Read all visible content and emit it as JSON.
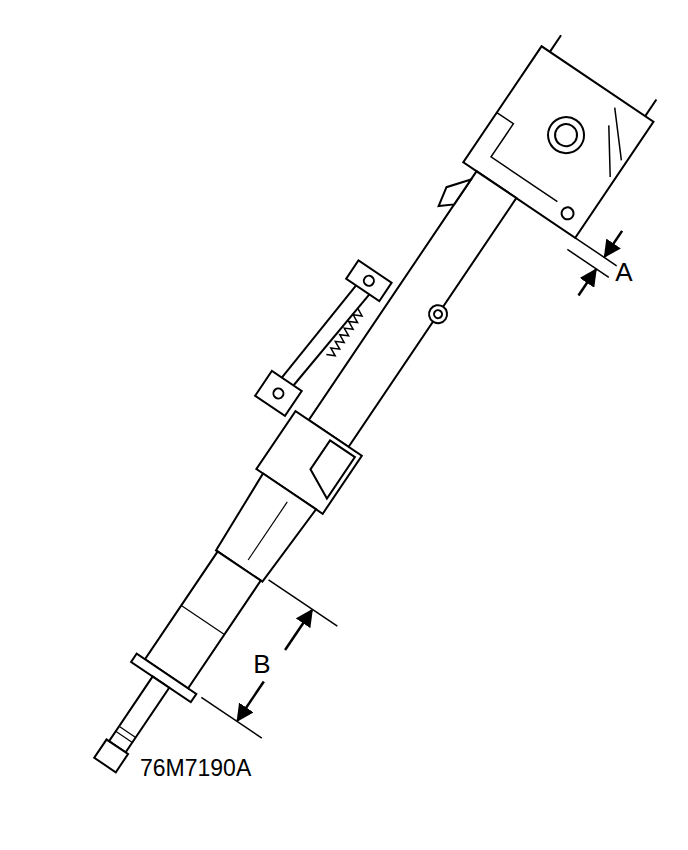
{
  "diagram": {
    "labels": [
      "A",
      "B",
      "76M7190A"
    ]
  }
}
